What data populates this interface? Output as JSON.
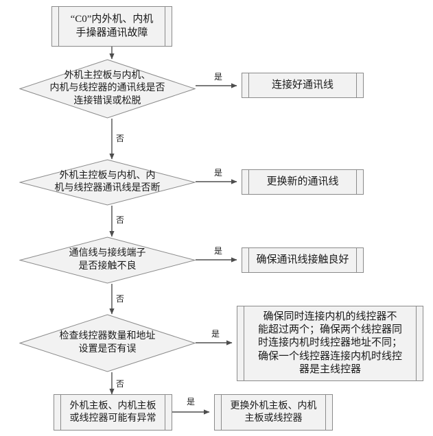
{
  "diagram": {
    "title_node": {
      "text": "“C0”内外机、内机\n手操器通讯故障"
    },
    "decisions": [
      {
        "text": "外机主控板与内机、\n内机与线控器的通讯线是否\n连接错误或松脱"
      },
      {
        "text": "外机主控板与内机、内\n机与线控器通讯线是否断"
      },
      {
        "text": "通信线与接线端子\n是否接触不良"
      },
      {
        "text": "检查线控器数量和地址\n设置是否有误"
      }
    ],
    "outcomes": [
      {
        "text": "连接好通讯线"
      },
      {
        "text": "更换新的通讯线"
      },
      {
        "text": "确保通讯线接触良好"
      },
      {
        "text": "确保同时连接内机的线控器不\n能超过两个；确保两个线控器同\n时连接内机时线控器地址不同；\n确保一个线控器连接内机时线控\n器是主线控器"
      },
      {
        "text": "更换外机主板、内机\n主板或线控器"
      }
    ],
    "terminal": {
      "text": "外机主板、内机主板\n或线控器可能有异常"
    },
    "labels": {
      "yes": "是",
      "no": "否"
    },
    "colors": {
      "shape_fill": "#f2f2f2",
      "shape_stroke": "#8a8a8a",
      "line": "#4d4d4d",
      "text": "#1a1a1a",
      "background": "#ffffff"
    }
  }
}
